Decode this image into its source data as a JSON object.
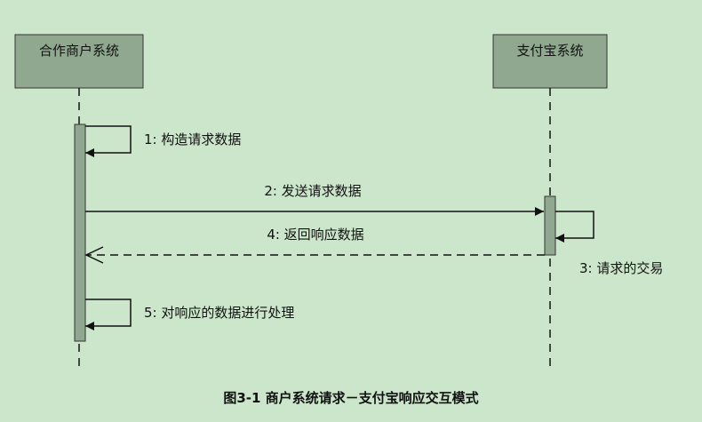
{
  "participants": [
    {
      "id": "merchant",
      "name": "合作商户系统"
    },
    {
      "id": "alipay",
      "name": "支付宝系统"
    }
  ],
  "messages": [
    {
      "id": "m1",
      "label": "1: 构造请求数据",
      "kind": "self"
    },
    {
      "id": "m2",
      "label": "2: 发送请求数据",
      "kind": "sync"
    },
    {
      "id": "m3",
      "label": "3: 请求的交易",
      "kind": "self"
    },
    {
      "id": "m4",
      "label": "4: 返回响应数据",
      "kind": "return"
    },
    {
      "id": "m5",
      "label": "5: 对响应的数据进行处理",
      "kind": "self"
    }
  ],
  "caption": "图3-1  商户系统请求－支付宝响应交互模式",
  "colors": {
    "background": "#cce6cc",
    "participant_fill": "#8fa88f",
    "activation_fill": "#8fa88f",
    "line": "#111111"
  }
}
